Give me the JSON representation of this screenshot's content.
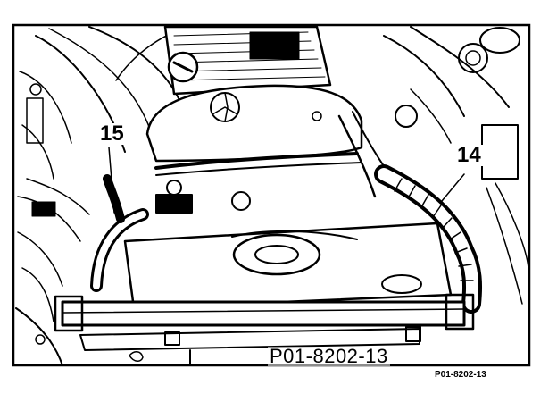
{
  "diagram": {
    "callouts": [
      {
        "id": "15",
        "text": "15"
      },
      {
        "id": "14",
        "text": "14"
      }
    ],
    "figure_code": "P01-8202-13",
    "figure_code_small": "P01-8202-13"
  },
  "colors": {
    "ink": "#000000",
    "paper": "#ffffff"
  }
}
